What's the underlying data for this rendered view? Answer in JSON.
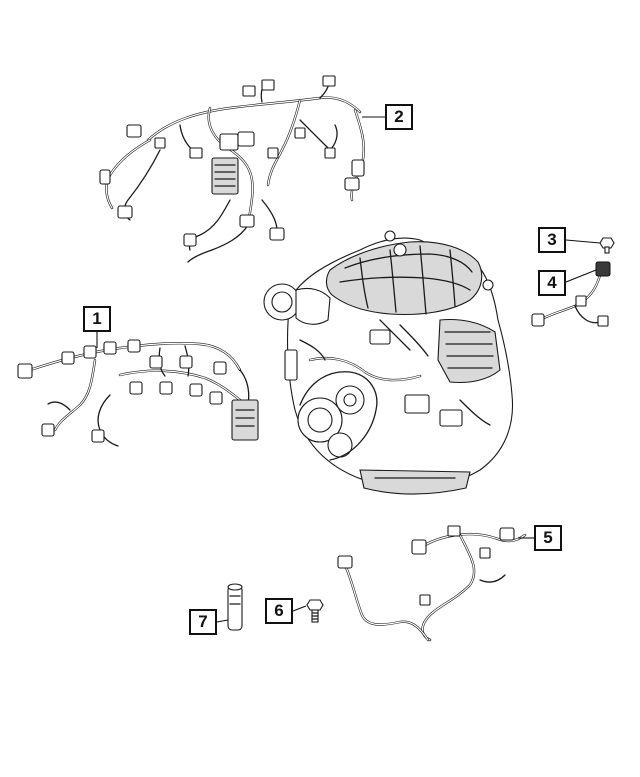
{
  "callouts": [
    {
      "id": "1",
      "label": "1"
    },
    {
      "id": "2",
      "label": "2"
    },
    {
      "id": "3",
      "label": "3"
    },
    {
      "id": "4",
      "label": "4"
    },
    {
      "id": "5",
      "label": "5"
    },
    {
      "id": "6",
      "label": "6"
    },
    {
      "id": "7",
      "label": "7"
    }
  ],
  "parts": {
    "harness_main": "wiring-harness-icon",
    "harness_upper": "wiring-harness-icon",
    "bolt_small": "bolt-icon",
    "sensor_harness": "sensor-harness-icon",
    "jumper_harness": "wiring-jumper-icon",
    "bolt_screw": "screw-icon",
    "sleeve": "tube-icon",
    "engine": "engine-icon"
  },
  "colors": {
    "line": "#1a1a1a",
    "background": "#ffffff"
  }
}
